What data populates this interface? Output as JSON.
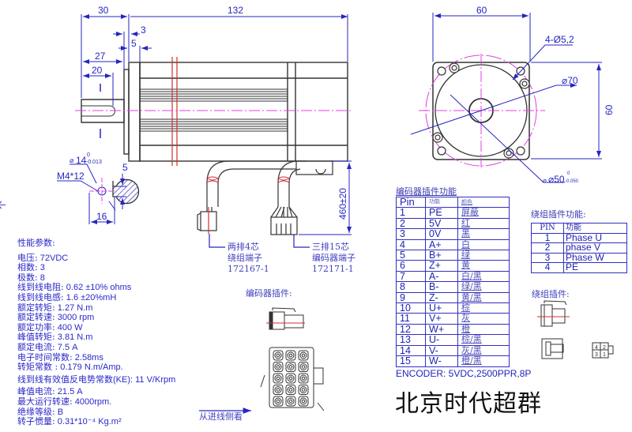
{
  "dimensions": {
    "shaft_total": "30",
    "body_length": "132",
    "flange_thickness": "3",
    "pilot_offset": "5",
    "shaft_to_flange": "27",
    "key_length": "20",
    "shaft_dia": "14",
    "shaft_dia_tol_upper": "0",
    "shaft_dia_tol_lower": "-0.013",
    "thread": "M4*12",
    "key_width": "5",
    "shaft_key_height": "16",
    "cable_length": "460±20",
    "flange_width": "60",
    "flange_height": "60",
    "mount_holes": "4-Ø5,2",
    "bolt_circle": "⌀70",
    "pilot_dia": "⌀50",
    "pilot_tol_upper": "0",
    "pilot_tol_lower": "-0.050",
    "side_mark": "个"
  },
  "connector_labels": {
    "winding": [
      "两排4芯",
      "绕组端子",
      "172167-1"
    ],
    "encoder": [
      "三排15芯",
      "编码器端子",
      "172171-1"
    ],
    "encoder_plug_title": "编码器插件:",
    "view_from_wire_side": "从进线侧看",
    "winding_plug_title": "绕组插件:"
  },
  "specs": {
    "title": "性能参数:",
    "rows": [
      {
        "k": "电压:",
        "v": " 72VDC"
      },
      {
        "k": "相数:",
        "v": " 3"
      },
      {
        "k": "极数:",
        "v": " 8"
      },
      {
        "k": "线到线电阻:",
        "v": " 0.62 ±10% ohms"
      },
      {
        "k": "线到线电感:",
        "v": "  1.6  ±20%mH"
      },
      {
        "k": "额定转矩:",
        "v": " 1.27 N.m"
      },
      {
        "k": "额定转速:",
        "v": " 3000 rpm"
      },
      {
        "k": "额定功率:",
        "v": "  400  W"
      },
      {
        "k": "峰值转矩:",
        "v": " 3.81 N.m"
      },
      {
        "k": "额定电流:",
        "v": " 7.5 A"
      },
      {
        "k": "电子时间常数:",
        "v": "   2.58ms"
      },
      {
        "k": "转矩常数 :",
        "v": " 0.179  N.m/Amp."
      },
      {
        "k": "线到线有效值反电势常数",
        "v": "(KE): 11 V/Krpm"
      },
      {
        "k": "峰值电流:",
        "v": " 21.5 A"
      },
      {
        "k": "最大运行转速:",
        "v": " 4000rpm."
      },
      {
        "k": "绝缘等级:",
        "v": " B"
      },
      {
        "k": "转子惯量:",
        "v": " 0.31*10⁻⁴ Kg.m²"
      }
    ]
  },
  "encoder_table": {
    "caption": "编码器插件功能",
    "headers": [
      "Pin",
      "功能",
      "颜色"
    ],
    "rows": [
      [
        "1",
        "PE",
        "屏蔽"
      ],
      [
        "2",
        "5V",
        "红"
      ],
      [
        "3",
        "0V",
        "黑"
      ],
      [
        "4",
        "A+",
        "白"
      ],
      [
        "5",
        "B+",
        "绿"
      ],
      [
        "6",
        "Z+",
        "黄"
      ],
      [
        "7",
        "A-",
        "白/黑"
      ],
      [
        "8",
        "B-",
        "绿/黑"
      ],
      [
        "9",
        "Z-",
        "黄/黑"
      ],
      [
        "10",
        "U+",
        "棕"
      ],
      [
        "11",
        "V+",
        "灰"
      ],
      [
        "12",
        "W+",
        "橙"
      ],
      [
        "13",
        "U-",
        "棕/黑"
      ],
      [
        "14",
        "V-",
        "灰/黑"
      ],
      [
        "15",
        "W-",
        "橙/黑"
      ]
    ],
    "footer": "ENCODER: 5VDC,2500PPR,8P"
  },
  "winding_table": {
    "caption": "绕组插件功能:",
    "headers": [
      "PIN",
      "功能"
    ],
    "rows": [
      [
        "1",
        "Phase U"
      ],
      [
        "2",
        "phase  V"
      ],
      [
        "3",
        "Phase W"
      ],
      [
        "4",
        "PE"
      ]
    ]
  },
  "winding_plug_pins": [
    "4",
    "2",
    "3",
    "1"
  ],
  "brand": "北京时代超群",
  "colors": {
    "dimension": "#2626c0",
    "outline": "#333333",
    "centerline": "#e040e0",
    "break_line": "#d03030",
    "text_dark": "#111111"
  }
}
